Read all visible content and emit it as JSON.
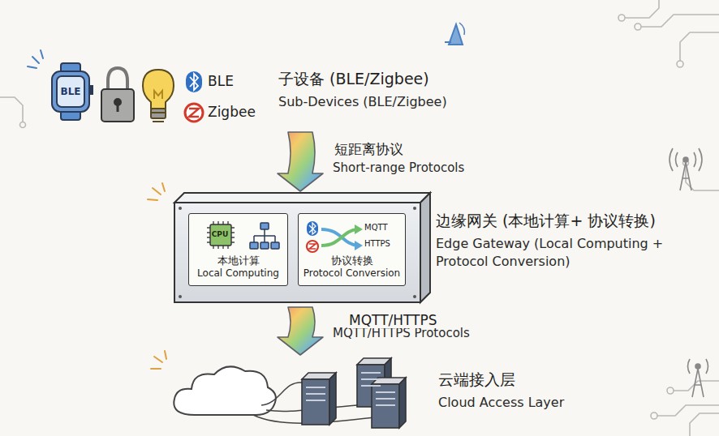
{
  "diagram": {
    "nodes": [
      {
        "text": [
          "子设备 (BLE/Zigbee)",
          "Sub-Devices (BLE/Zigbee)"
        ]
      },
      {
        "text": [
          "边缘网关 (本地计算+ 协议转换)",
          "Edge Gateway (Local Computing + Protocol Conversion)"
        ]
      },
      {
        "text": [
          "本地计算",
          "Local Computing"
        ],
        "in": 1
      },
      {
        "text": [
          "协议转换",
          "Protocol Conversion"
        ],
        "in": 1
      },
      {
        "text": [
          "云端接入层",
          "Cloud Access Layer"
        ]
      }
    ],
    "edges": [
      {
        "from": 0,
        "to": 1,
        "arrow": "to",
        "label": "短距离协议"
      },
      {
        "from": 1,
        "to": 4,
        "arrow": "to",
        "label": "MQTT/HTTPS"
      }
    ],
    "labels": [
      "BLE",
      "BLE",
      "Zigbee",
      "Short-range Protocols",
      "CPU",
      "MQTT",
      "HTTPS",
      "MQTT/HTTPS Protocols"
    ]
  }
}
